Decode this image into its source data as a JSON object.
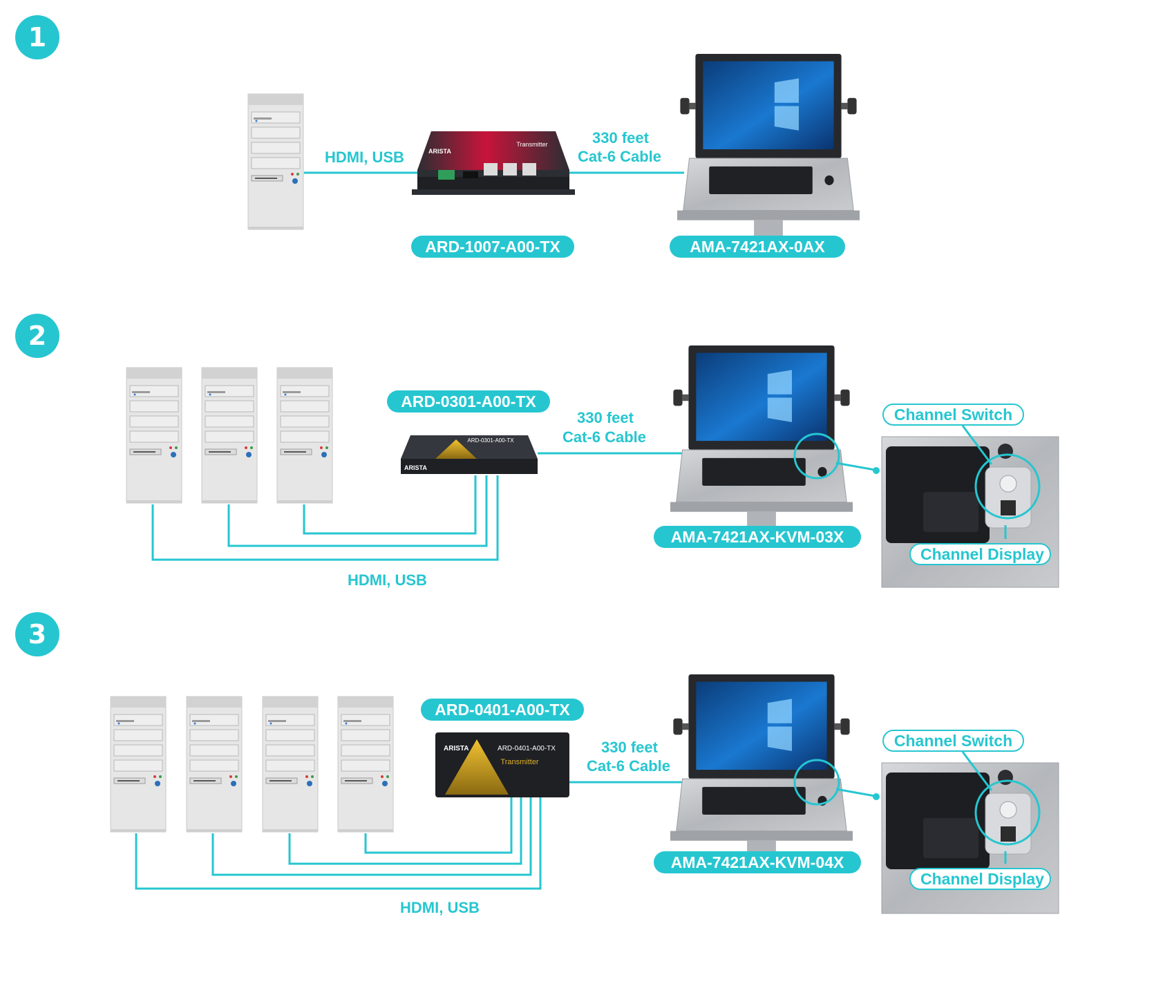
{
  "colors": {
    "accent": "#26c6d0",
    "pc_body": "#e4e4e4",
    "device_dark": "#2b2e33",
    "screen_blue": "#1a5fb0",
    "steel": "#b9bcc0"
  },
  "scenarios": [
    {
      "number": "1",
      "transmitter": "ARD-1007-A00-TX",
      "display": "AMA-7421AX-0AX",
      "pc_link": "HDMI, USB",
      "cable_line1": "330 feet",
      "cable_line2": "Cat-6 Cable",
      "tx_brand": "ARISTA",
      "tx_sub": "Transmitter"
    },
    {
      "number": "2",
      "transmitter": "ARD-0301-A00-TX",
      "display": "AMA-7421AX-KVM-03X",
      "pc_link": "HDMI, USB",
      "cable_line1": "330 feet",
      "cable_line2": "Cat-6 Cable",
      "channel_switch": "Channel Switch",
      "channel_display": "Channel Display",
      "tx_brand": "ARISTA"
    },
    {
      "number": "3",
      "transmitter": "ARD-0401-A00-TX",
      "display": "AMA-7421AX-KVM-04X",
      "pc_link": "HDMI, USB",
      "cable_line1": "330 feet",
      "cable_line2": "Cat-6 Cable",
      "channel_switch": "Channel Switch",
      "channel_display": "Channel Display",
      "tx_brand": "ARISTA",
      "tx_sub": "Transmitter"
    }
  ]
}
